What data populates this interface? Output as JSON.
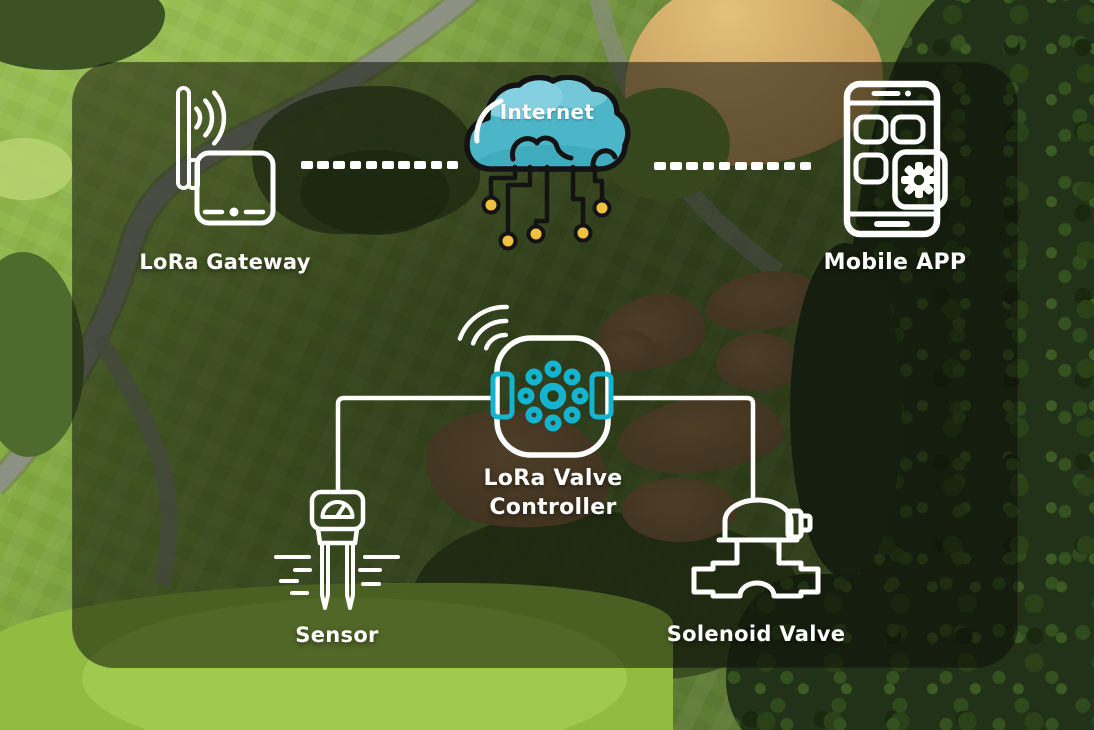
{
  "nodes": {
    "gateway": {
      "label": "LoRa Gateway",
      "icon": "lora-gateway-icon"
    },
    "internet": {
      "label": "Internet",
      "icon": "internet-cloud-icon"
    },
    "mobile_app": {
      "label": "Mobile APP",
      "icon": "mobile-app-icon"
    },
    "controller": {
      "label_line1": "LoRa Valve",
      "label_line2": "Controller",
      "icon": "lora-valve-controller-icon"
    },
    "sensor": {
      "label": "Sensor",
      "icon": "soil-moisture-sensor-icon"
    },
    "solenoid_valve": {
      "label": "Solenoid Valve",
      "icon": "solenoid-valve-icon"
    }
  },
  "connections": [
    {
      "from": "gateway",
      "to": "internet",
      "style": "dashed"
    },
    {
      "from": "internet",
      "to": "mobile_app",
      "style": "dashed"
    },
    {
      "from": "controller",
      "to": "sensor",
      "style": "solid-elbow"
    },
    {
      "from": "controller",
      "to": "solenoid_valve",
      "style": "solid-elbow"
    }
  ],
  "colors": {
    "icon_stroke": "#ffffff",
    "label_text": "#ffffff",
    "cloud_fill": "#4cb5c7",
    "cloud_fill_light": "#85d0e0",
    "cloud_outline": "#131313",
    "circuit_line": "#131313",
    "circuit_node_yellow": "#eec23e",
    "controller_teal": "#12b4d0",
    "connector_white": "#ffffff"
  }
}
